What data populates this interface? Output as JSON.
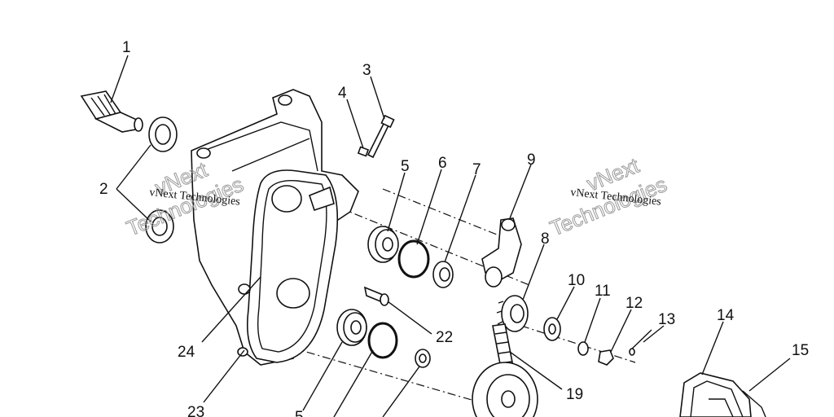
{
  "watermark": {
    "text": "vNext Technologies",
    "word1": "vNext",
    "word2": "Technologies"
  },
  "callouts": [
    {
      "id": "1",
      "label": "1"
    },
    {
      "id": "2",
      "label": "2"
    },
    {
      "id": "3",
      "label": "3"
    },
    {
      "id": "4",
      "label": "4"
    },
    {
      "id": "5a",
      "label": "5"
    },
    {
      "id": "6",
      "label": "6"
    },
    {
      "id": "7",
      "label": "7"
    },
    {
      "id": "9",
      "label": "9"
    },
    {
      "id": "8",
      "label": "8"
    },
    {
      "id": "10",
      "label": "10"
    },
    {
      "id": "11",
      "label": "11"
    },
    {
      "id": "12",
      "label": "12"
    },
    {
      "id": "13",
      "label": "13"
    },
    {
      "id": "14",
      "label": "14"
    },
    {
      "id": "15",
      "label": "15"
    },
    {
      "id": "19",
      "label": "19"
    },
    {
      "id": "22",
      "label": "22"
    },
    {
      "id": "24",
      "label": "24"
    },
    {
      "id": "23",
      "label": "23"
    },
    {
      "id": "5b",
      "label": "5"
    }
  ]
}
